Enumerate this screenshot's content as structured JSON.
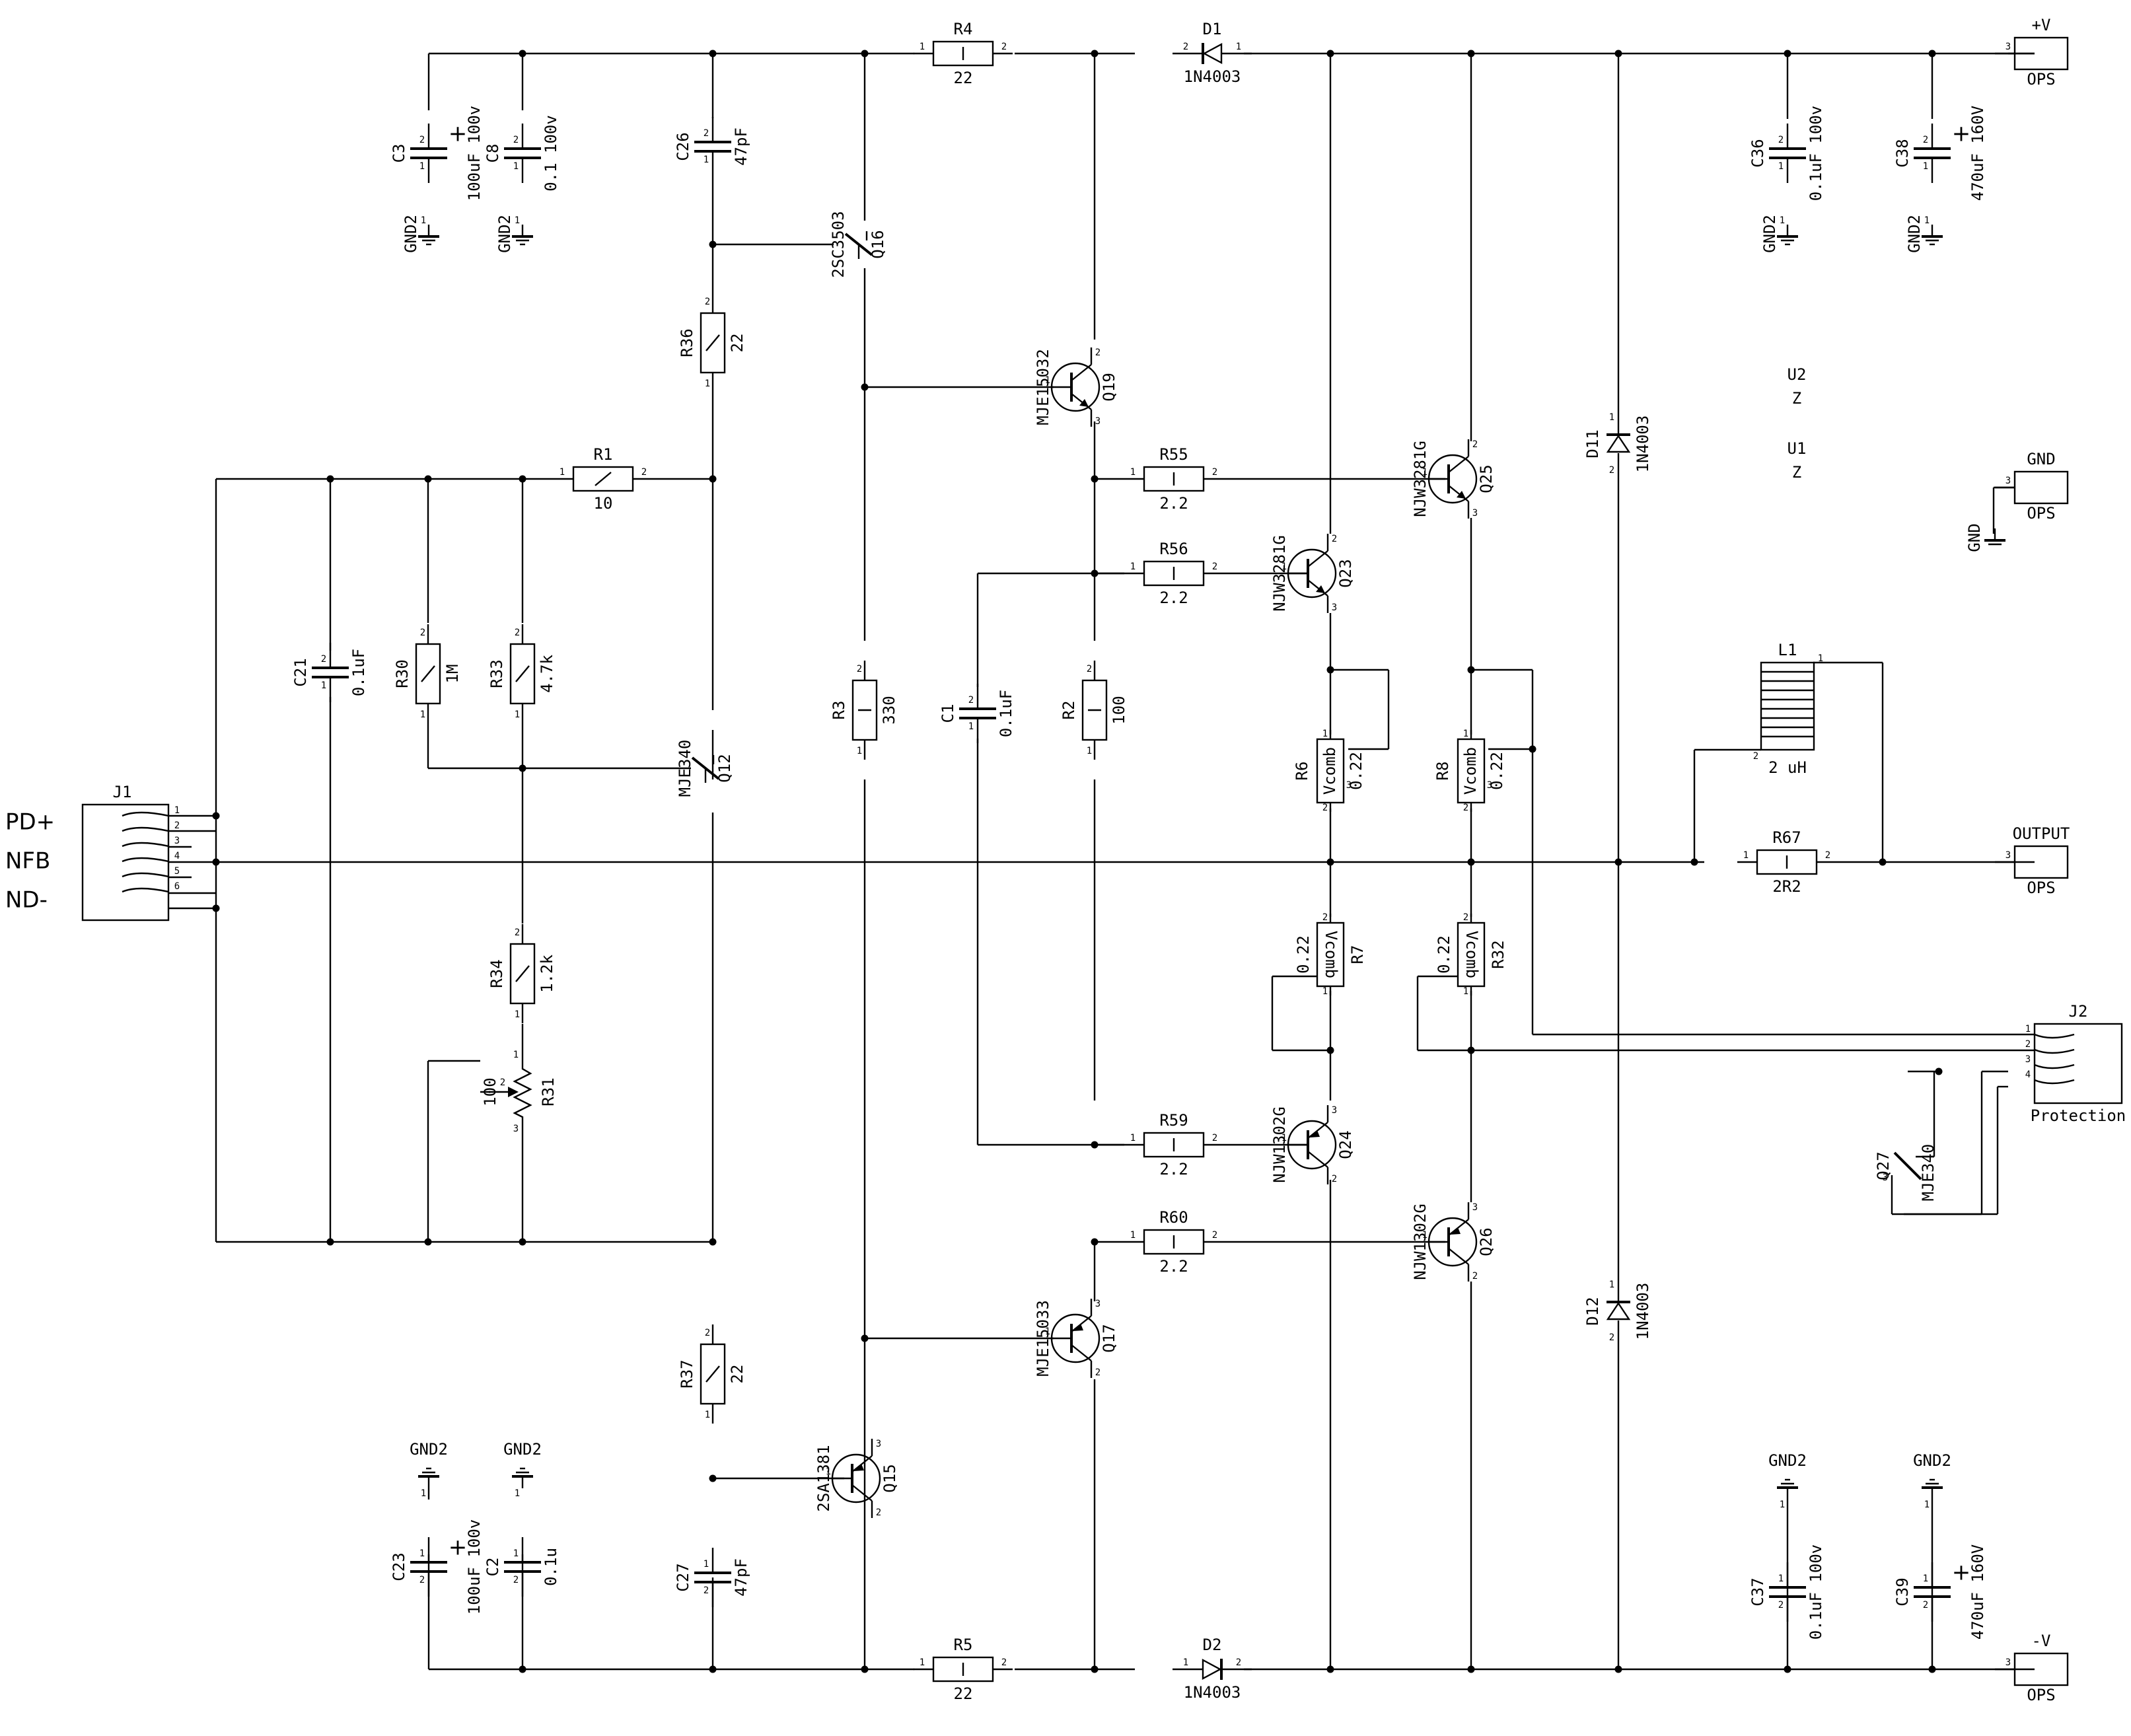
{
  "components": {
    "C3": {
      "ref": "C3",
      "value": "100uF 100v"
    },
    "C8": {
      "ref": "C8",
      "value": "0.1 100v"
    },
    "C26": {
      "ref": "C26",
      "value": "47pF"
    },
    "C36": {
      "ref": "C36",
      "value": "0.1uF 100v"
    },
    "C38": {
      "ref": "C38",
      "value": "470uF 160V"
    },
    "C21": {
      "ref": "C21",
      "value": "0.1uF"
    },
    "C1": {
      "ref": "C1",
      "value": "0.1uF"
    },
    "C23": {
      "ref": "C23",
      "value": "100uF 100v"
    },
    "C2": {
      "ref": "C2",
      "value": "0.1u"
    },
    "C27": {
      "ref": "C27",
      "value": "47pF"
    },
    "C37": {
      "ref": "C37",
      "value": "0.1uF 100v"
    },
    "C39": {
      "ref": "C39",
      "value": "470uF 160V"
    },
    "R4": {
      "ref": "R4",
      "value": "22"
    },
    "R5": {
      "ref": "R5",
      "value": "22"
    },
    "R1": {
      "ref": "R1",
      "value": "10"
    },
    "R36": {
      "ref": "R36",
      "value": "22"
    },
    "R37": {
      "ref": "R37",
      "value": "22"
    },
    "R30": {
      "ref": "R30",
      "value": "1M"
    },
    "R33": {
      "ref": "R33",
      "value": "4.7k"
    },
    "R34": {
      "ref": "R34",
      "value": "1.2k"
    },
    "R31": {
      "ref": "R31",
      "value": "100"
    },
    "R3": {
      "ref": "R3",
      "value": "330"
    },
    "R2": {
      "ref": "R2",
      "value": "100"
    },
    "R55": {
      "ref": "R55",
      "value": "2.2"
    },
    "R56": {
      "ref": "R56",
      "value": "2.2"
    },
    "R59": {
      "ref": "R59",
      "value": "2.2"
    },
    "R60": {
      "ref": "R60",
      "value": "2.2"
    },
    "R67": {
      "ref": "R67",
      "value": "2R2"
    },
    "R6": {
      "ref": "R6",
      "value": "0.22",
      "body": "Vcomb"
    },
    "R8": {
      "ref": "R8",
      "value": "0.22",
      "body": "Vcomb"
    },
    "R7": {
      "ref": "R7",
      "value": "0.22",
      "body": "Vcomb"
    },
    "R32": {
      "ref": "R32",
      "value": "0.22",
      "body": "Vcomb"
    },
    "D1": {
      "ref": "D1",
      "value": "1N4003"
    },
    "D2": {
      "ref": "D2",
      "value": "1N4003"
    },
    "D11": {
      "ref": "D11",
      "value": "1N4003"
    },
    "D12": {
      "ref": "D12",
      "value": "1N4003"
    },
    "Q16": {
      "ref": "Q16",
      "value": "2SC3503"
    },
    "Q19": {
      "ref": "Q19",
      "value": "MJE15032"
    },
    "Q12": {
      "ref": "Q12",
      "value": "MJE340"
    },
    "Q23": {
      "ref": "Q23",
      "value": "NJW3281G"
    },
    "Q25": {
      "ref": "Q25",
      "value": "NJW3281G"
    },
    "Q24": {
      "ref": "Q24",
      "value": "NJW1302G"
    },
    "Q26": {
      "ref": "Q26",
      "value": "NJW1302G"
    },
    "Q17": {
      "ref": "Q17",
      "value": "MJE15033"
    },
    "Q15": {
      "ref": "Q15",
      "value": "2SA1381"
    },
    "Q27": {
      "ref": "Q27",
      "value": "MJE340"
    },
    "L1": {
      "ref": "L1",
      "value": "2 uH"
    },
    "U2": {
      "ref": "U2",
      "value": "Z"
    },
    "U1": {
      "ref": "U1",
      "value": "Z"
    },
    "J1": {
      "ref": "J1"
    },
    "J2": {
      "ref": "J2",
      "value": "Protection"
    }
  },
  "gnd_label": "GND2",
  "gnd_main_label": "GND",
  "ops_label": "OPS",
  "rails": {
    "pos": "+V",
    "neg": "-V",
    "gnd": "GND",
    "out": "OUTPUT"
  },
  "input_labels": [
    "PD+",
    "NFB",
    "ND-"
  ],
  "pins": [
    "1",
    "2",
    "3",
    "4",
    "5",
    "6"
  ],
  "polarity": "+"
}
